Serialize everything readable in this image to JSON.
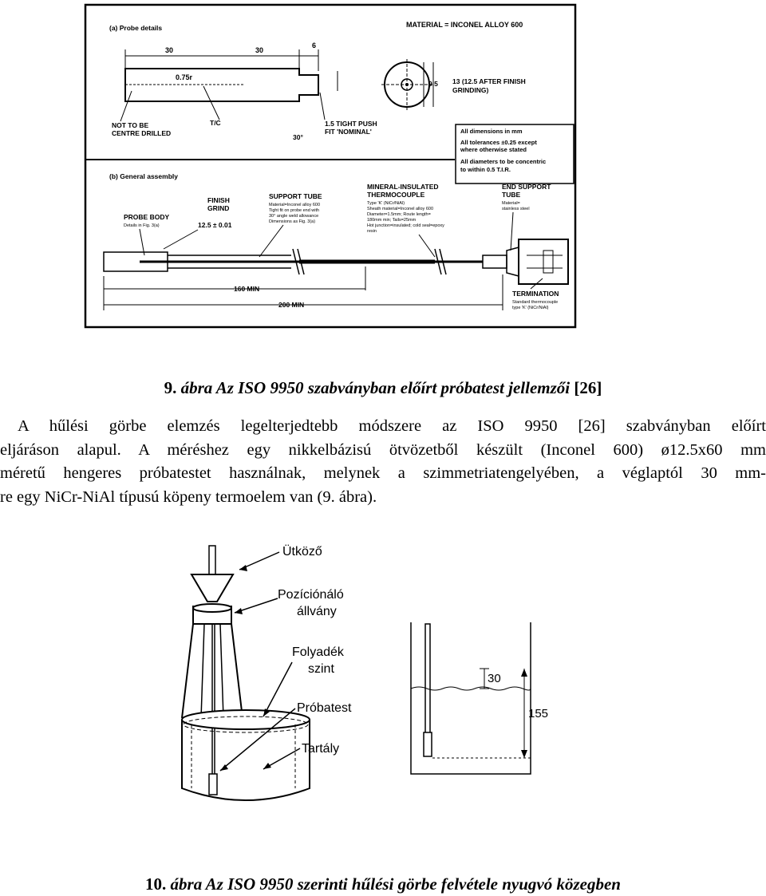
{
  "figure9": {
    "probe_title": "(a) Probe details",
    "material": "MATERIAL = INCONEL ALLOY 600",
    "dim_30a": "30",
    "dim_30b": "30",
    "dim_6": "6",
    "radius": "0.75r",
    "dim_95": "9.5",
    "dim_13": "13 (12.5 AFTER FINISH",
    "dim_13b": "GRINDING)",
    "not_drilled_1": "NOT TO BE",
    "not_drilled_2": "CENTRE DRILLED",
    "tc": "T/C",
    "angle": "30°",
    "pushfit_1": "1.5 TIGHT PUSH",
    "pushfit_2": "FIT 'NOMINAL'",
    "note_1": "All dimensions in mm",
    "note_2": "All tolerances ±0.25 except",
    "note_3": "where otherwise stated",
    "note_4": "All diameters to be concentric",
    "note_5": "to within 0.5 T.I.R.",
    "assembly_title": "(b) General assembly",
    "finish_1": "FINISH",
    "finish_2": "GRIND",
    "finish_dim": "12.5 ± 0.01",
    "probe_body": "PROBE BODY",
    "probe_body_sub": "Details in Fig. 3(a)",
    "support_tube": "SUPPORT TUBE",
    "support_sub_1": "Material=Inconel alloy 600",
    "support_sub_2": "Tight fit on probe end with",
    "support_sub_3": "30° angle weld allowance",
    "support_sub_4": "Dimensions as Fig. 3(a)",
    "mi_1": "MINERAL-INSULATED",
    "mi_2": "THERMOCOUPLE",
    "mi_sub_1": "Type 'K' (NiCr/NiAl)",
    "mi_sub_2": "Sheath material=Inconel alloy 600",
    "mi_sub_3": "Diameter=1.5mm; Route length=",
    "mi_sub_4": "180mm min; Tails=25mm",
    "mi_sub_5": "Hot junction=insulated; cold seal=epoxy",
    "mi_sub_6": "resin",
    "end_1": "END SUPPORT",
    "end_2": "TUBE",
    "end_sub_1": "Material=",
    "end_sub_2": "stainless steel",
    "dim_160": "160 MIN",
    "dim_200": "200 MIN",
    "termination": "TERMINATION",
    "term_sub_1": "Standard thermocouple",
    "term_sub_2": "type 'K' (NiCr/NiAl)"
  },
  "caption9": {
    "number": "9.",
    "text": "ábra Az ISO 9950 szabványban előírt próbatest jellemzői",
    "ref": "[26]"
  },
  "paragraph": {
    "line1": "A hűlési görbe elemzés legelterjedtebb módszere az ISO 9950 [26] szabványban előírt",
    "line2": "eljáráson alapul. A méréshez egy nikkelbázisú ötvözetből készült (Inconel 600) ø12.5x60 mm",
    "line3": "méretű hengeres próbatestet használnak, melynek a szimmetriatengelyében, a véglaptól 30 mm-",
    "line4": "re egy NiCr-NiAl típusú köpeny termoelem van (9. ábra)."
  },
  "figure10": {
    "label_stop": "Ütköző",
    "label_stand_1": "Pozíciónáló",
    "label_stand_2": "állvány",
    "label_level_1": "Folyadék",
    "label_level_2": "szint",
    "label_specimen": "Próbatest",
    "label_tank": "Tartály",
    "dim_30": "30",
    "dim_155": "155"
  },
  "caption10": {
    "number": "10.",
    "text": "ábra Az ISO 9950 szerinti hűlési görbe felvétele nyugvó közegben"
  }
}
